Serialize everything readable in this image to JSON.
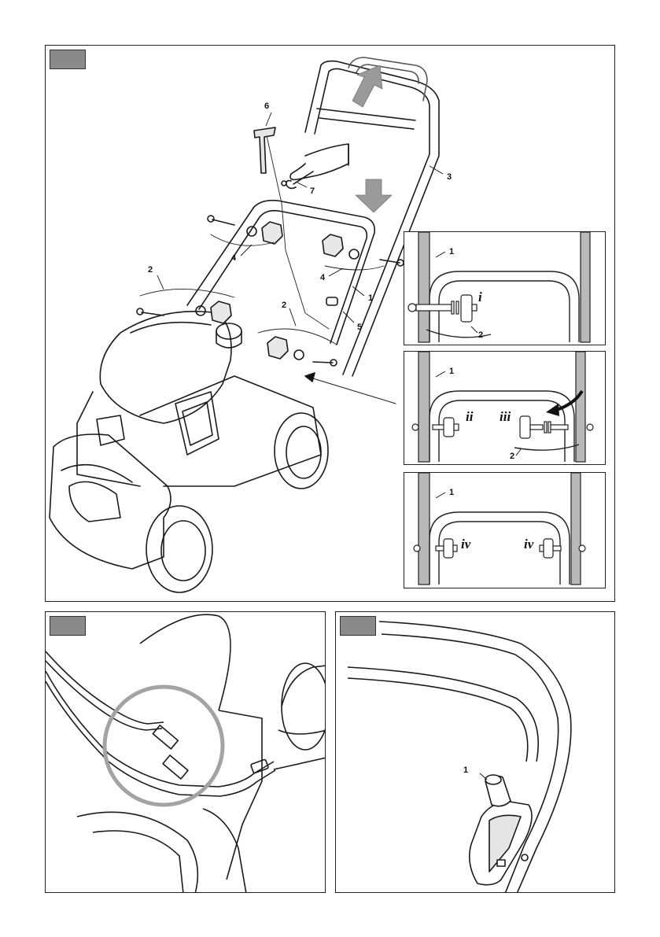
{
  "main_figure": {
    "callouts": {
      "c1": "1",
      "c2": "2",
      "c2b": "2",
      "c3": "3",
      "c4": "4",
      "c4b": "4",
      "c5": "5",
      "c6": "6",
      "c7": "7"
    }
  },
  "inset_a": {
    "callout_1": "1",
    "callout_2": "2",
    "roman": "i"
  },
  "inset_b": {
    "callout_1": "1",
    "callout_2": "2",
    "roman_left": "ii",
    "roman_right": "iii"
  },
  "inset_c": {
    "callout_1": "1",
    "roman_left": "iv",
    "roman_right": "iv"
  },
  "bottom_right_figure": {
    "callout_1": "1"
  },
  "colors": {
    "tab_gray": "#8a8a8a",
    "tube_gray": "#b9b9b9",
    "highlight_ring": "#a3a3a3",
    "arrow_gray": "#9a9a9a"
  }
}
